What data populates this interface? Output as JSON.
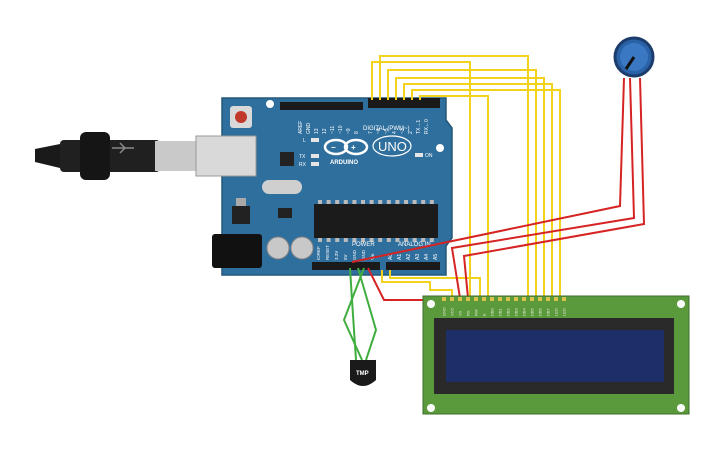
{
  "arduino": {
    "digital_header": "DIGITAL (PWM~)",
    "aref": "AREF",
    "gnd": "GND",
    "pin_labels": [
      "13",
      "12",
      "~11",
      "~10",
      "~9",
      "8",
      "7",
      "~6",
      "~5",
      "4",
      "~3",
      "2",
      "TX→1",
      "RX←0"
    ],
    "logo": "ARDUINO",
    "model": "UNO",
    "led_l": "L",
    "led_tx": "TX",
    "led_rx": "RX",
    "on_label": "ON",
    "power_header": "POWER",
    "power_pins": [
      "IOREF",
      "RESET",
      "3.3V",
      "5V",
      "GND",
      "GND",
      "Vin"
    ],
    "analog_header": "ANALOG IN",
    "analog_pins": [
      "A0",
      "A1",
      "A2",
      "A3",
      "A4",
      "A5"
    ]
  },
  "lcd": {
    "pin_labels": [
      "GND",
      "VCC",
      "V0",
      "RS",
      "RW",
      "E",
      "DB0",
      "DB1",
      "DB2",
      "DB3",
      "DB4",
      "DB5",
      "DB6",
      "DB7",
      "LED",
      "LED"
    ]
  },
  "sensor": {
    "label": "TMP"
  },
  "colors": {
    "board": "#2f6f9e",
    "wire_yellow": "#f2d21c",
    "wire_red": "#d62424",
    "wire_green": "#3fae3f",
    "lcd_pcb": "#5a9a3c",
    "lcd_screen": "#1e2e66",
    "pot_knob": "#2a62a8"
  }
}
